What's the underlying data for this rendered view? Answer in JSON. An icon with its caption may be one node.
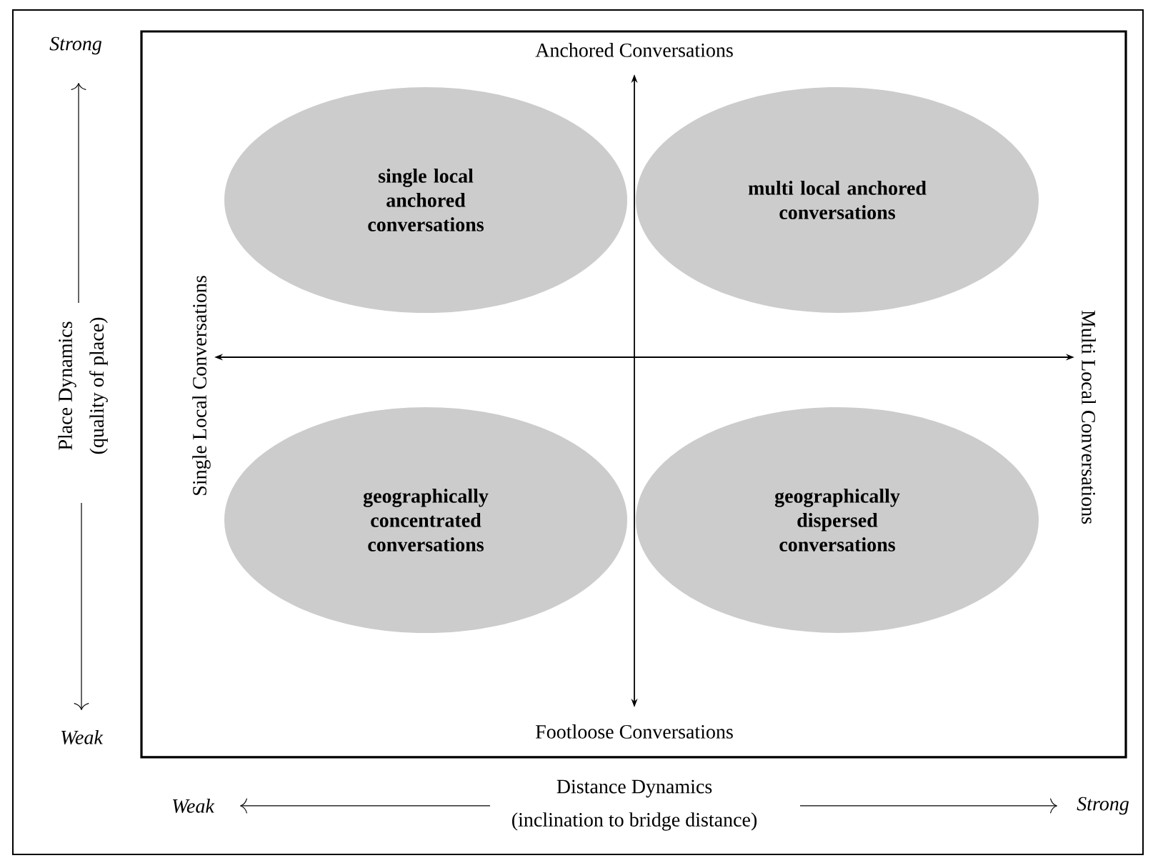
{
  "diagram": {
    "nodes": [
      {
        "text": [
          "single local anchored conversations"
        ]
      },
      {
        "text": [
          "multi local anchored conversations"
        ]
      },
      {
        "text": [
          "geographically concentrated conversations"
        ]
      },
      {
        "text": [
          "geographically dispersed conversations"
        ]
      }
    ],
    "labels": [
      "Strong",
      "Anchored Conversations",
      "Place Dynamics",
      "(quality of place)",
      "Single Local Conversations",
      "Multi Local Conversations",
      "Weak",
      "Footloose Conversations",
      "Weak",
      "Distance Dynamics",
      "(inclination to bridge distance)",
      "Strong"
    ]
  }
}
